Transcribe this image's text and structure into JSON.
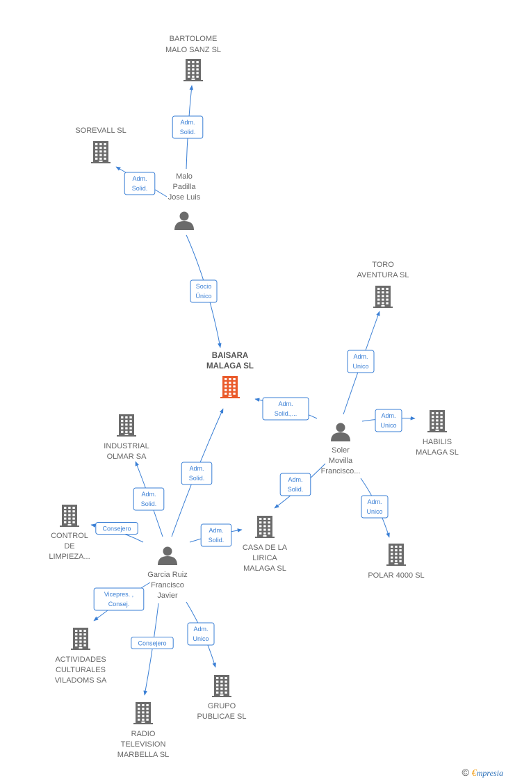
{
  "colors": {
    "accent": "#3a7fd5",
    "company": "#6b6b6b",
    "target": "#ea5a2a",
    "person": "#6b6b6b"
  },
  "nodes": [
    {
      "id": "bartolome",
      "type": "company",
      "lines": [
        "BARTOLOME",
        "MALO SANZ SL"
      ]
    },
    {
      "id": "sorevall",
      "type": "company",
      "lines": [
        "SOREVALL SL"
      ]
    },
    {
      "id": "malo",
      "type": "person",
      "lines": [
        "Malo",
        "Padilla",
        "Jose Luis"
      ]
    },
    {
      "id": "toro",
      "type": "company",
      "lines": [
        "TORO",
        "AVENTURA  SL"
      ]
    },
    {
      "id": "baisara",
      "type": "target",
      "lines": [
        "BAISARA",
        "MALAGA  SL"
      ]
    },
    {
      "id": "industrial",
      "type": "company",
      "lines": [
        "INDUSTRIAL",
        "OLMAR SA"
      ]
    },
    {
      "id": "soler",
      "type": "person",
      "lines": [
        "Soler",
        "Movilla",
        "Francisco..."
      ]
    },
    {
      "id": "habilis",
      "type": "company",
      "lines": [
        "HABILIS",
        "MALAGA SL"
      ]
    },
    {
      "id": "control",
      "type": "company",
      "lines": [
        "CONTROL",
        "DE",
        "LIMPIEZA..."
      ]
    },
    {
      "id": "casa",
      "type": "company",
      "lines": [
        "CASA DE LA",
        "LIRICA",
        "MALAGA SL"
      ]
    },
    {
      "id": "polar",
      "type": "company",
      "lines": [
        "POLAR 4000 SL"
      ]
    },
    {
      "id": "garcia",
      "type": "person",
      "lines": [
        "Garcia Ruiz",
        "Francisco",
        "Javier"
      ]
    },
    {
      "id": "actividades",
      "type": "company",
      "lines": [
        "ACTIVIDADES",
        "CULTURALES",
        "VILADOMS SA"
      ]
    },
    {
      "id": "grupo",
      "type": "company",
      "lines": [
        "GRUPO",
        "PUBLICAE SL"
      ]
    },
    {
      "id": "radio",
      "type": "company",
      "lines": [
        "RADIO",
        "TELEVISION",
        "MARBELLA  SL"
      ]
    }
  ],
  "edges": [
    {
      "from": "malo",
      "to": "bartolome",
      "label": [
        "Adm.",
        "Solid."
      ]
    },
    {
      "from": "malo",
      "to": "sorevall",
      "label": [
        "Adm.",
        "Solid."
      ]
    },
    {
      "from": "malo",
      "to": "baisara",
      "label": [
        "Socio",
        "Único"
      ]
    },
    {
      "from": "soler",
      "to": "toro",
      "label": [
        "Adm.",
        "Unico"
      ]
    },
    {
      "from": "soler",
      "to": "baisara",
      "label": [
        "Adm.",
        "Solid.,..."
      ]
    },
    {
      "from": "soler",
      "to": "habilis",
      "label": [
        "Adm.",
        "Unico"
      ]
    },
    {
      "from": "soler",
      "to": "casa",
      "label": [
        "Adm.",
        "Solid."
      ]
    },
    {
      "from": "soler",
      "to": "polar",
      "label": [
        "Adm.",
        "Unico"
      ]
    },
    {
      "from": "garcia",
      "to": "baisara",
      "label": [
        "Adm.",
        "Solid."
      ]
    },
    {
      "from": "garcia",
      "to": "industrial",
      "label": [
        "Adm.",
        "Solid."
      ]
    },
    {
      "from": "garcia",
      "to": "control",
      "label": [
        "Consejero"
      ]
    },
    {
      "from": "garcia",
      "to": "casa",
      "label": [
        "Adm.",
        "Solid."
      ]
    },
    {
      "from": "garcia",
      "to": "actividades",
      "label": [
        "Vicepres. ,",
        "Consej."
      ]
    },
    {
      "from": "garcia",
      "to": "grupo",
      "label": [
        "Adm.",
        "Unico"
      ]
    },
    {
      "from": "garcia",
      "to": "radio",
      "label": [
        "Consejero"
      ]
    }
  ],
  "brand": {
    "copyright": "©",
    "e": "€",
    "rest": "mpresia"
  }
}
